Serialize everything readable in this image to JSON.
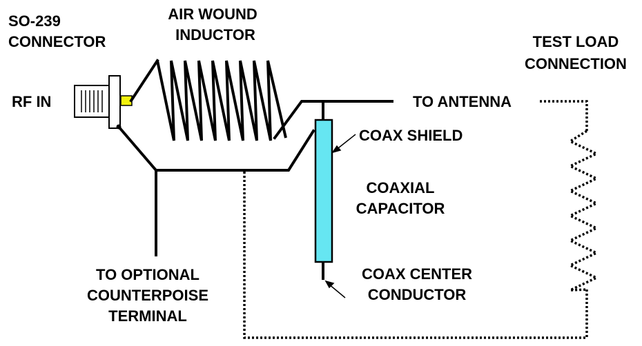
{
  "labels": {
    "connector_line1": "SO-239",
    "connector_line2": "CONNECTOR",
    "inductor_line1": "AIR WOUND",
    "inductor_line2": "INDUCTOR",
    "test_load_line1": "TEST LOAD",
    "test_load_line2": "CONNECTION",
    "rf_in": "RF IN",
    "to_antenna": "TO ANTENNA",
    "coax_shield": "COAX SHIELD",
    "coaxial_line1": "COAXIAL",
    "coaxial_line2": "CAPACITOR",
    "counterpoise_line1": "TO OPTIONAL",
    "counterpoise_line2": "COUNTERPOISE",
    "counterpoise_line3": "TERMINAL",
    "center_line1": "COAX CENTER",
    "center_line2": "CONDUCTOR"
  },
  "colors": {
    "line": "#000000",
    "capacitor_fill": "#66e6f2",
    "pin_fill": "#f2f20d",
    "background": "#ffffff"
  },
  "inductor": {
    "turns": 8
  }
}
